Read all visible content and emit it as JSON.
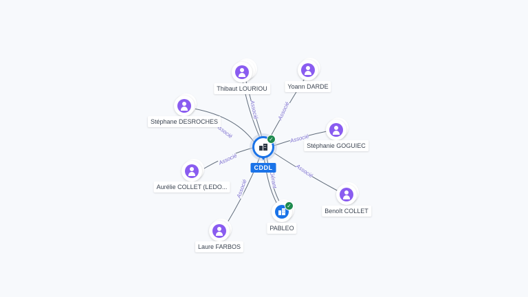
{
  "center": {
    "label": "CDDL",
    "icon": "company-icon",
    "status": "verified-check-icon"
  },
  "nodes": [
    {
      "id": "thibaut",
      "label": "Thibaut LOURIOU",
      "icon": "person-icon"
    },
    {
      "id": "yoann",
      "label": "Yoann DARDE",
      "icon": "person-icon"
    },
    {
      "id": "stephane_d",
      "label": "Stéphane DESROCHES",
      "icon": "person-icon"
    },
    {
      "id": "stephanie",
      "label": "Stéphanie GOGUIEC",
      "icon": "person-icon"
    },
    {
      "id": "aurelie",
      "label": "Aurélie COLLET (LEDO...",
      "icon": "person-icon"
    },
    {
      "id": "benoit",
      "label": "Benoît COLLET",
      "icon": "person-icon"
    },
    {
      "id": "laure",
      "label": "Laure FARBOS",
      "icon": "person-icon"
    },
    {
      "id": "pableo",
      "label": "PABLEO",
      "icon": "company-icon",
      "status": "verified-check-icon"
    }
  ],
  "edge_labels": {
    "associe": "Associé",
    "gerant": "Gérant"
  },
  "colors": {
    "background": "#f7f9fc",
    "person": "#8a5cf0",
    "company": "#1a73e8",
    "edge_label": "#7d6fd0",
    "verified": "#1d8a4e"
  }
}
